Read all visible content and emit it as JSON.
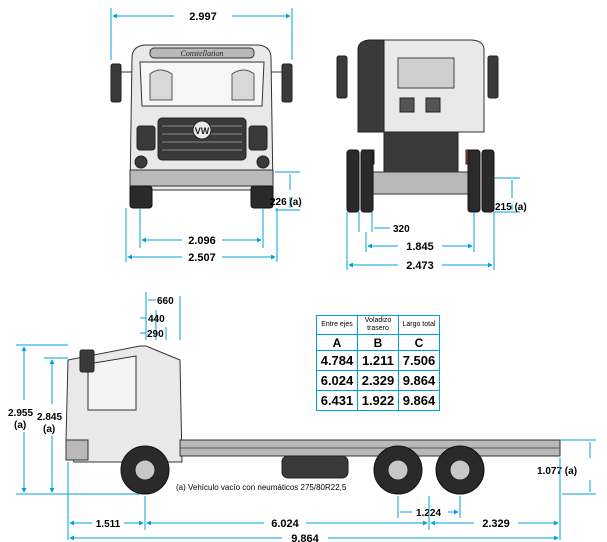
{
  "front_view": {
    "overall_width": "2.997",
    "front_track": "2.096",
    "outer_wheel_width": "2.507",
    "ground_clearance": "226 (a)",
    "grille_badge": "Constellation"
  },
  "rear_view": {
    "offset": "320",
    "rear_track": "1.845",
    "outer_width": "2.473",
    "ground_clearance": "215 (a)"
  },
  "side_view": {
    "dim_660": "660",
    "dim_440": "440",
    "dim_290": "290",
    "height_total": "2.955",
    "height_total_note": "(a)",
    "height_cab": "2.845",
    "height_cab_note": "(a)",
    "frame_height": "1.077 (a)",
    "front_overhang": "1.511",
    "wheelbase": "6.024",
    "tandem_spacing": "1.224",
    "rear_overhang": "2.329",
    "overall_length": "9.864",
    "footnote": "(a) Vehículo vacío con neumáticos 275/80R22,5"
  },
  "spec_table": {
    "headers": [
      "Entre ejes",
      "Voladizo trasero",
      "Largo total"
    ],
    "letters": [
      "A",
      "B",
      "C"
    ],
    "rows": [
      [
        "4.784",
        "1.211",
        "7.506"
      ],
      [
        "6.024",
        "2.329",
        "9.864"
      ],
      [
        "6.431",
        "1.922",
        "9.864"
      ]
    ]
  },
  "colors": {
    "dimension_lines": "#00a0dc",
    "truck_body": "#e9e9e9",
    "outline": "#333333"
  }
}
